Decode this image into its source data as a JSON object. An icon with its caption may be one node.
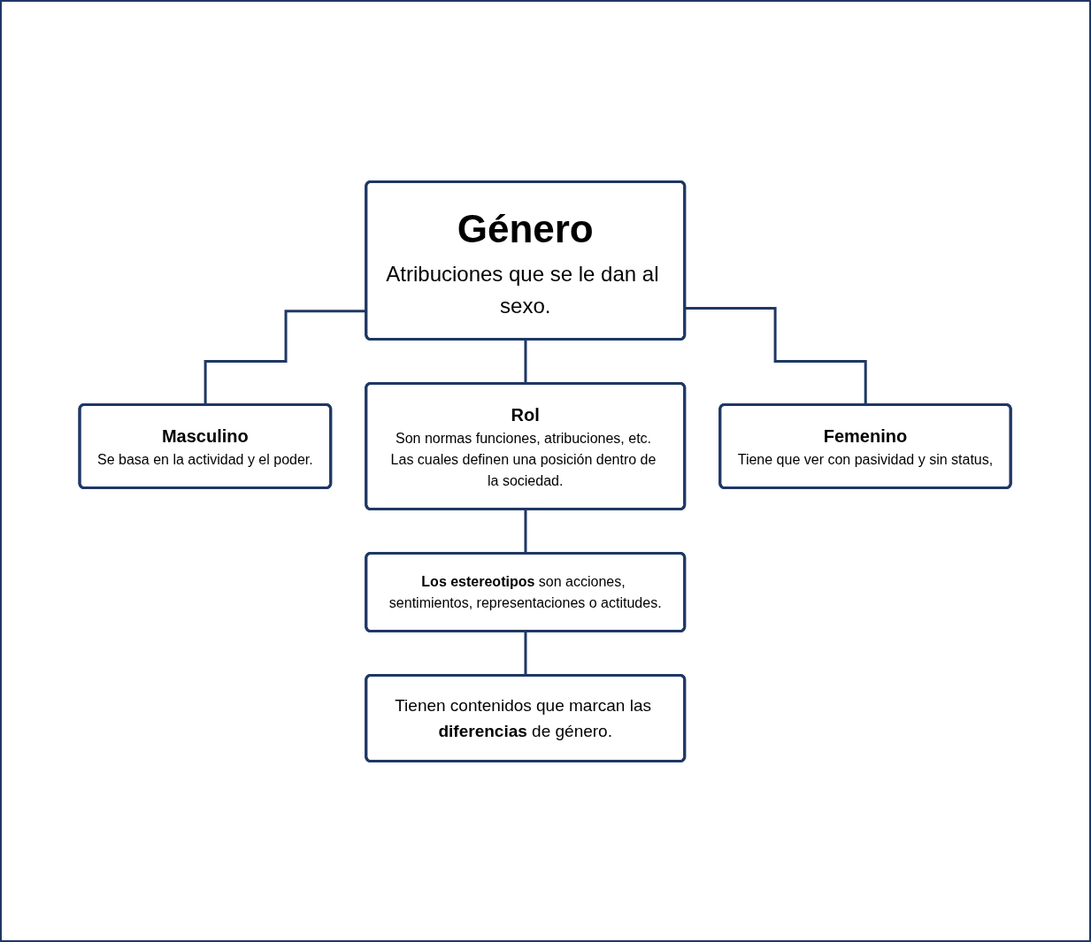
{
  "diagram": {
    "nodes": [
      {
        "text": [
          "Género",
          "Atribuciones que se le dan al sexo."
        ]
      },
      {
        "text": [
          "Masculino",
          "Se basa en la actividad y el poder."
        ]
      },
      {
        "text": [
          "Rol",
          "Son normas funciones, atribuciones, etc. Las cuales definen una posición dentro de la sociedad."
        ]
      },
      {
        "text": [
          "Femenino",
          "Tiene que ver con pasividad y sin status,"
        ]
      },
      {
        "text": [
          "**Los estereotipos** son acciones, sentimientos, representaciones o actitudes."
        ]
      },
      {
        "text": [
          "Tienen contenidos que marcan las **diferencias** de género."
        ]
      }
    ],
    "edges": [
      {
        "from": 0,
        "to": 1,
        "arrow": "none"
      },
      {
        "from": 0,
        "to": 2,
        "arrow": "none"
      },
      {
        "from": 0,
        "to": 3,
        "arrow": "none"
      },
      {
        "from": 2,
        "to": 4,
        "arrow": "none"
      },
      {
        "from": 4,
        "to": 5,
        "arrow": "none"
      }
    ]
  }
}
